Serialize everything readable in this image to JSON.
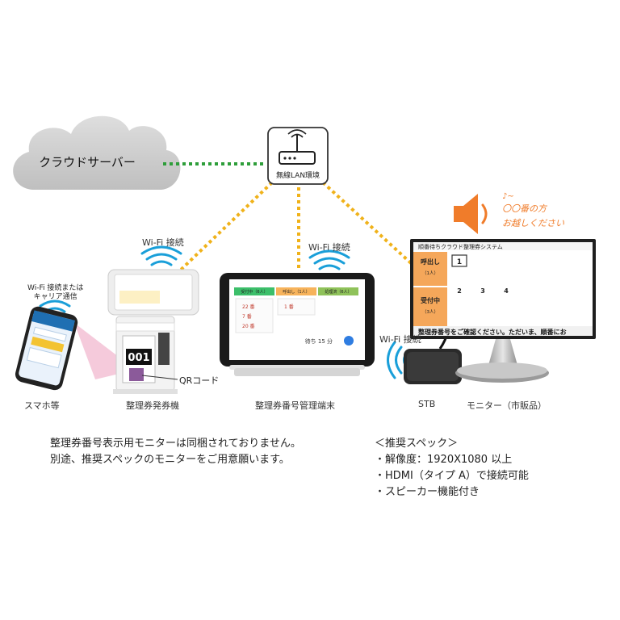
{
  "cloud": {
    "label": "クラウドサーバー"
  },
  "router": {
    "label": "無線LAN環境"
  },
  "connections": {
    "smartphone": "Wi-Fi 接続または\nキャリア通信",
    "kiosk": "Wi-Fi 接続",
    "tablet": "Wi-Fi 接続",
    "stb": "Wi-Fi 接続"
  },
  "devices": {
    "smartphone": "スマホ等",
    "kiosk": "整理券発券機",
    "tablet": "整理券番号管理端末",
    "stb": "STB",
    "monitor": "モニター（市販品）"
  },
  "qr_label": "QRコード",
  "ticket": {
    "number": "001"
  },
  "tablet_screen": {
    "columns": [
      "受付中（6人）",
      "呼出し（1人）",
      "処理済（6人）"
    ],
    "col1_items": [
      "22 番",
      "7 番",
      "20 番"
    ],
    "col2_items": [
      "1 番"
    ],
    "wait_text": "待ち 15 分"
  },
  "monitor_screen": {
    "title": "順番待ちクラウド整理券システム",
    "rows": [
      {
        "label": "呼出し",
        "count": "（1人）",
        "numbers": [
          "1"
        ]
      },
      {
        "label": "受付中",
        "count": "（3人）",
        "numbers": [
          "2",
          "3",
          "4"
        ]
      }
    ],
    "ticker": "整理券番号をご確認ください。ただいま、順番にお"
  },
  "speaker": {
    "text_line1": "〇〇番の方",
    "text_line2": "お越しください",
    "note_glyph": "♪~"
  },
  "notes": {
    "left_line1": "整理券番号表示用モニターは同梱されておりません。",
    "left_line2": "別途、推奨スペックのモニターをご用意願います。",
    "spec_title": "＜推奨スペック＞",
    "spec_items": [
      "・解像度：1920X1080 以上",
      "・HDMI（タイプ A）で接続可能",
      "・スピーカー機能付き"
    ]
  },
  "colors": {
    "wifi": "#1a9fd9",
    "link_green": "#2e9e3a",
    "link_orange": "#f0b21a",
    "speaker": "#f07c2a"
  }
}
